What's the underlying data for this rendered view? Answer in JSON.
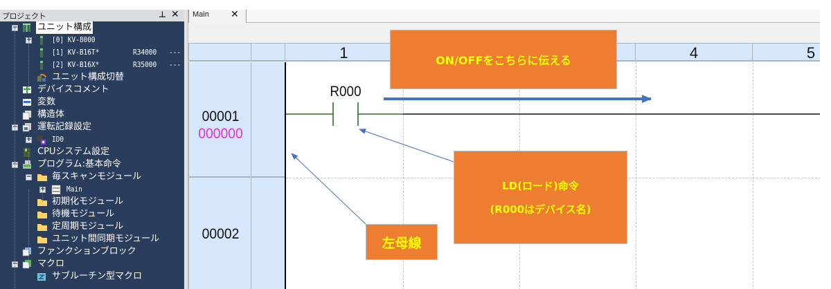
{
  "project_panel": {
    "title": "プロジェクト",
    "pin_icon": "pin-icon",
    "close_icon": "close-icon",
    "tree": [
      {
        "label": "ユニット構成",
        "level": 0,
        "expander": "minus",
        "icon": "unit-config-icon",
        "selected": true
      },
      {
        "label": "[0]  KV-8000",
        "level": 1,
        "expander": "plus",
        "icon": "module-slot-icon",
        "mono": true
      },
      {
        "label": "[1]  KV-B16T*",
        "level": 1,
        "expander": null,
        "icon": "module-slot-icon",
        "mono": true,
        "address": "R34000",
        "extra": "---"
      },
      {
        "label": "[2]  KV-B16X*",
        "level": 1,
        "expander": null,
        "icon": "module-slot-icon",
        "mono": true,
        "address": "R35000",
        "extra": "---"
      },
      {
        "label": "ユニット構成切替",
        "level": 1,
        "expander": null,
        "icon": "unit-switch-icon"
      },
      {
        "label": "デバイスコメント",
        "level": 0,
        "expander": null,
        "icon": "device-comment-icon"
      },
      {
        "label": "変数",
        "level": 0,
        "expander": null,
        "icon": "variable-icon"
      },
      {
        "label": "構造体",
        "level": 0,
        "expander": null,
        "icon": "struct-icon"
      },
      {
        "label": "運転記録設定",
        "level": 0,
        "expander": "minus",
        "icon": "operation-record-icon"
      },
      {
        "label": "ID0",
        "level": 1,
        "expander": "plus",
        "icon": "record-id-icon",
        "mono": true
      },
      {
        "label": "CPUシステム設定",
        "level": 0,
        "expander": null,
        "icon": "cpu-icon"
      },
      {
        "label": "プログラム:基本命令",
        "level": 0,
        "expander": "minus",
        "icon": "program-icon"
      },
      {
        "label": "毎スキャンモジュール",
        "level": 1,
        "expander": "minus",
        "icon": "folder-icon"
      },
      {
        "label": "Main",
        "level": 2,
        "expander": "plus",
        "icon": "ladder-file-icon",
        "mono": true
      },
      {
        "label": "初期化モジュール",
        "level": 1,
        "expander": null,
        "icon": "folder-icon"
      },
      {
        "label": "待機モジュール",
        "level": 1,
        "expander": null,
        "icon": "folder-icon"
      },
      {
        "label": "定周期モジュール",
        "level": 1,
        "expander": null,
        "icon": "folder-icon"
      },
      {
        "label": "ユニット間同期モジュール",
        "level": 1,
        "expander": null,
        "icon": "folder-icon"
      },
      {
        "label": "ファンクションブロック",
        "level": 0,
        "expander": null,
        "icon": "function-block-icon"
      },
      {
        "label": "マクロ",
        "level": 0,
        "expander": "minus",
        "icon": "macro-icon"
      },
      {
        "label": "サブルーチン型マクロ",
        "level": 1,
        "expander": null,
        "icon": "subroutine-macro-icon"
      }
    ]
  },
  "editor": {
    "tab": {
      "label": "Main",
      "close_icon": "close-icon"
    },
    "header_columns": [
      "1",
      "",
      "",
      "4",
      "5"
    ],
    "rows": [
      {
        "line_number": "00001",
        "step_number": "000000"
      },
      {
        "line_number": "00002",
        "step_number": ""
      }
    ],
    "contact": {
      "device": "R000",
      "type": "normally-open"
    }
  },
  "annotations": {
    "signal_note": "ON/OFFをこちらに伝える",
    "ld_note_line1": "LD(ロード)命令",
    "ld_note_line2": "(R000はデバイス名)",
    "rail_note": "左母線"
  },
  "colors": {
    "panel_bg": "#2b3d5d",
    "grid_header": "#d6e6fb",
    "note_bg": "#ed7d31",
    "note_text": "#ffff00",
    "arrow": "#4472c4",
    "step_number": "#e22ee2",
    "energized_line": "#2e6b2e"
  }
}
